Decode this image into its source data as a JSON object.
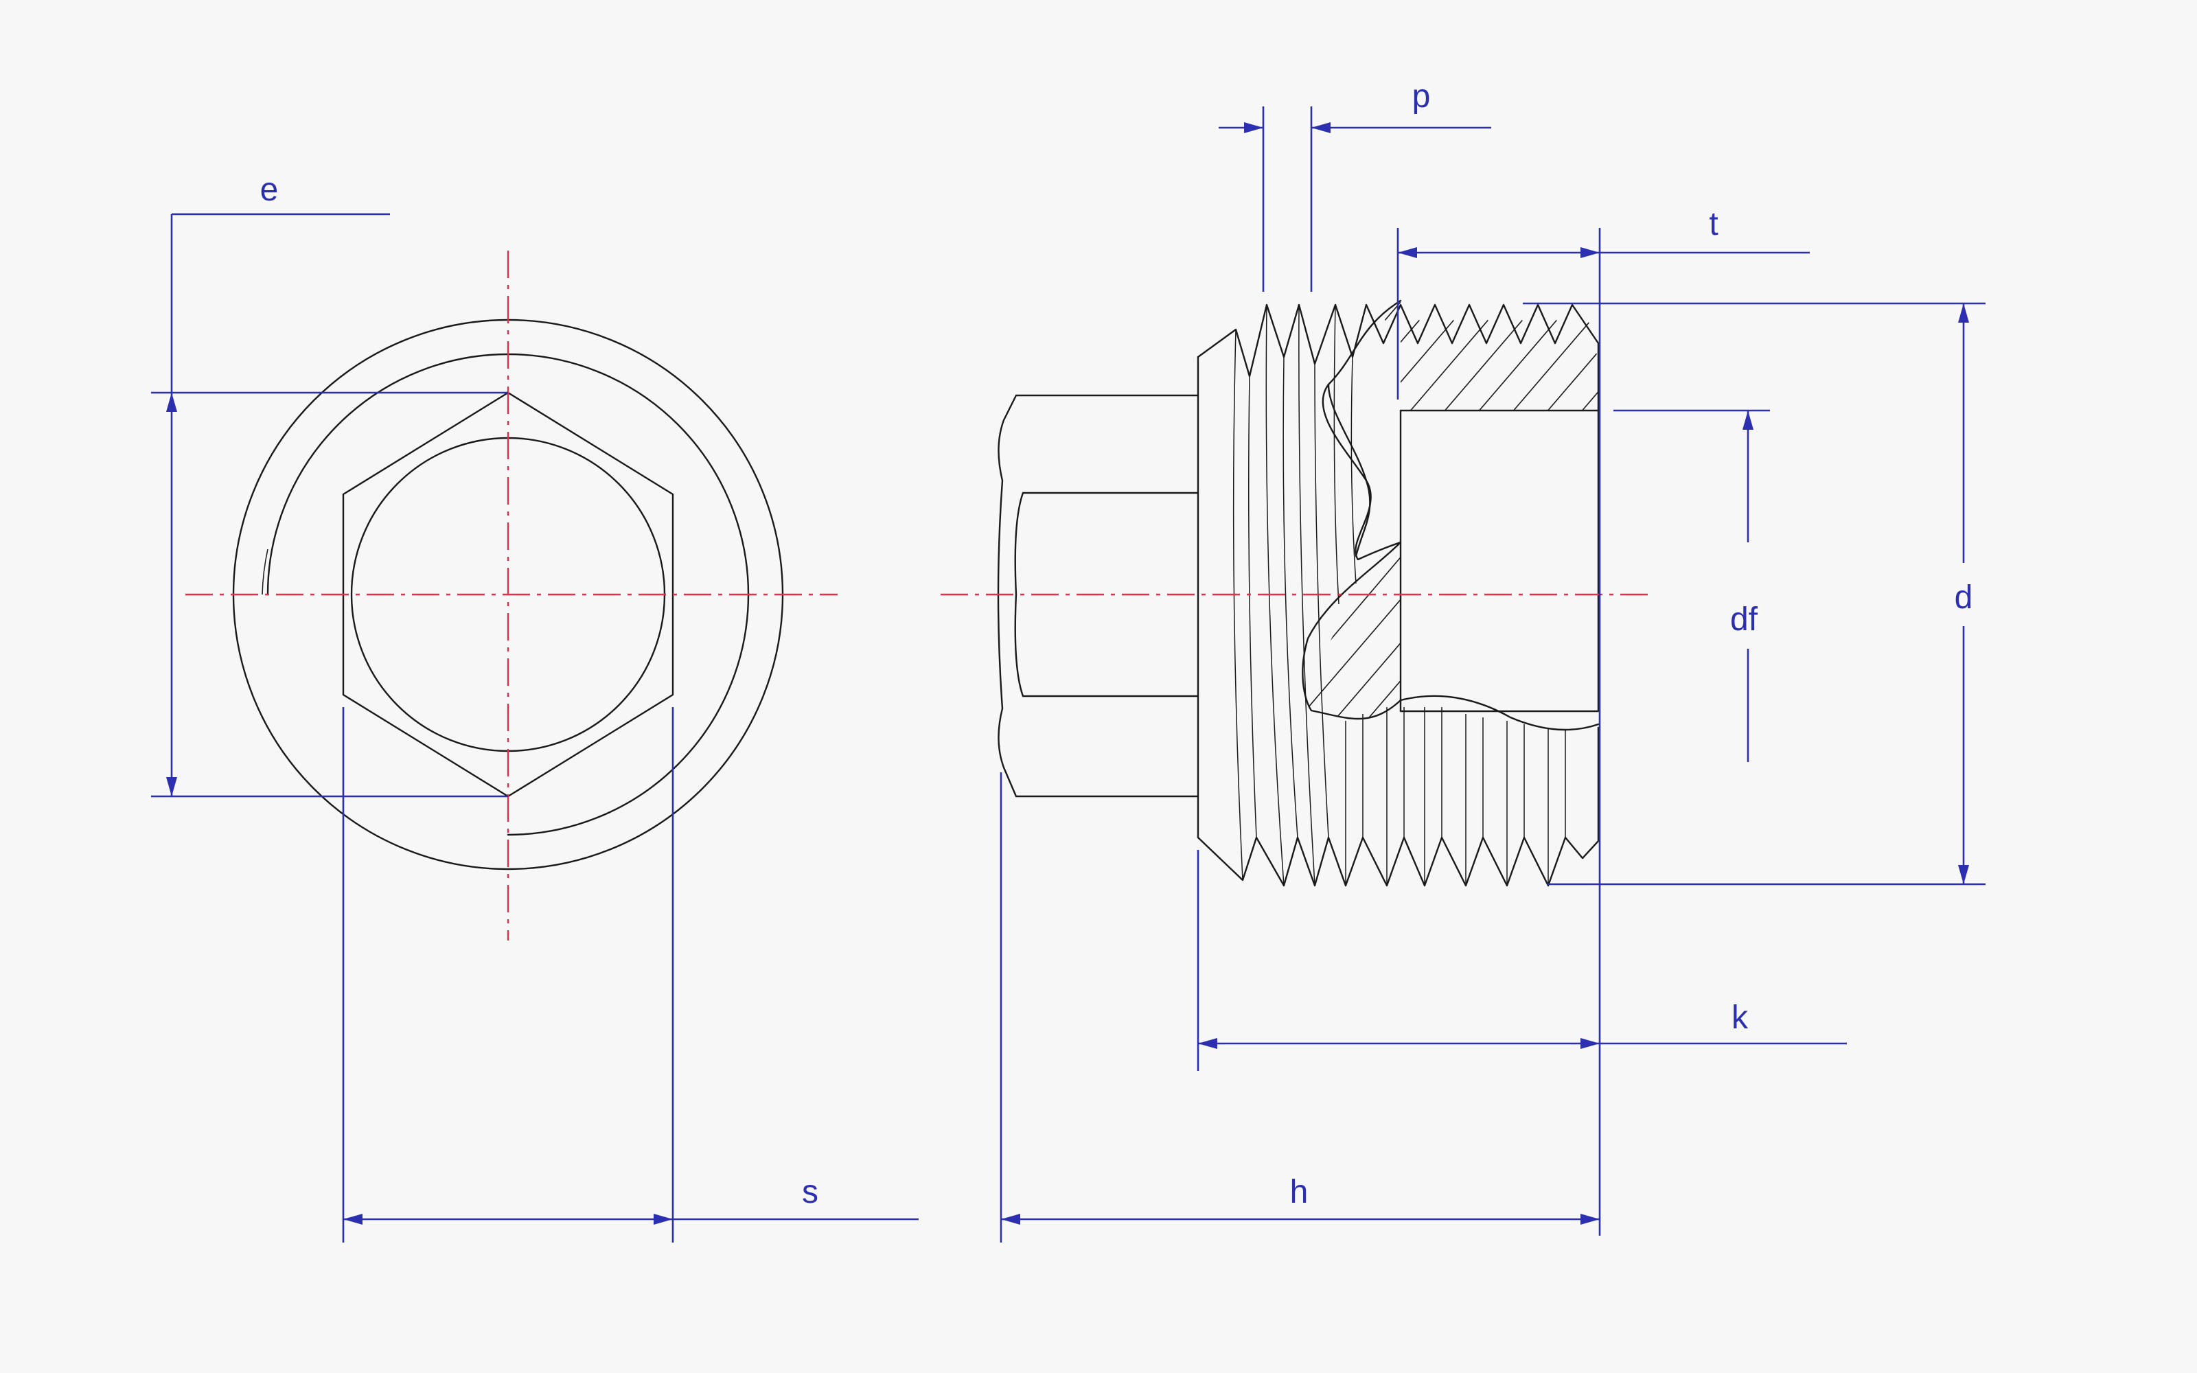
{
  "colors": {
    "object_line": "#1a1a1a",
    "dimension_line": "#2b2fb0",
    "center_line": "#e0304a",
    "paper": "#f7f7f7"
  },
  "labels": {
    "e": "e",
    "s": "s",
    "p": "p",
    "t": "t",
    "df": "df",
    "d": "d",
    "k": "k",
    "h": "h"
  }
}
